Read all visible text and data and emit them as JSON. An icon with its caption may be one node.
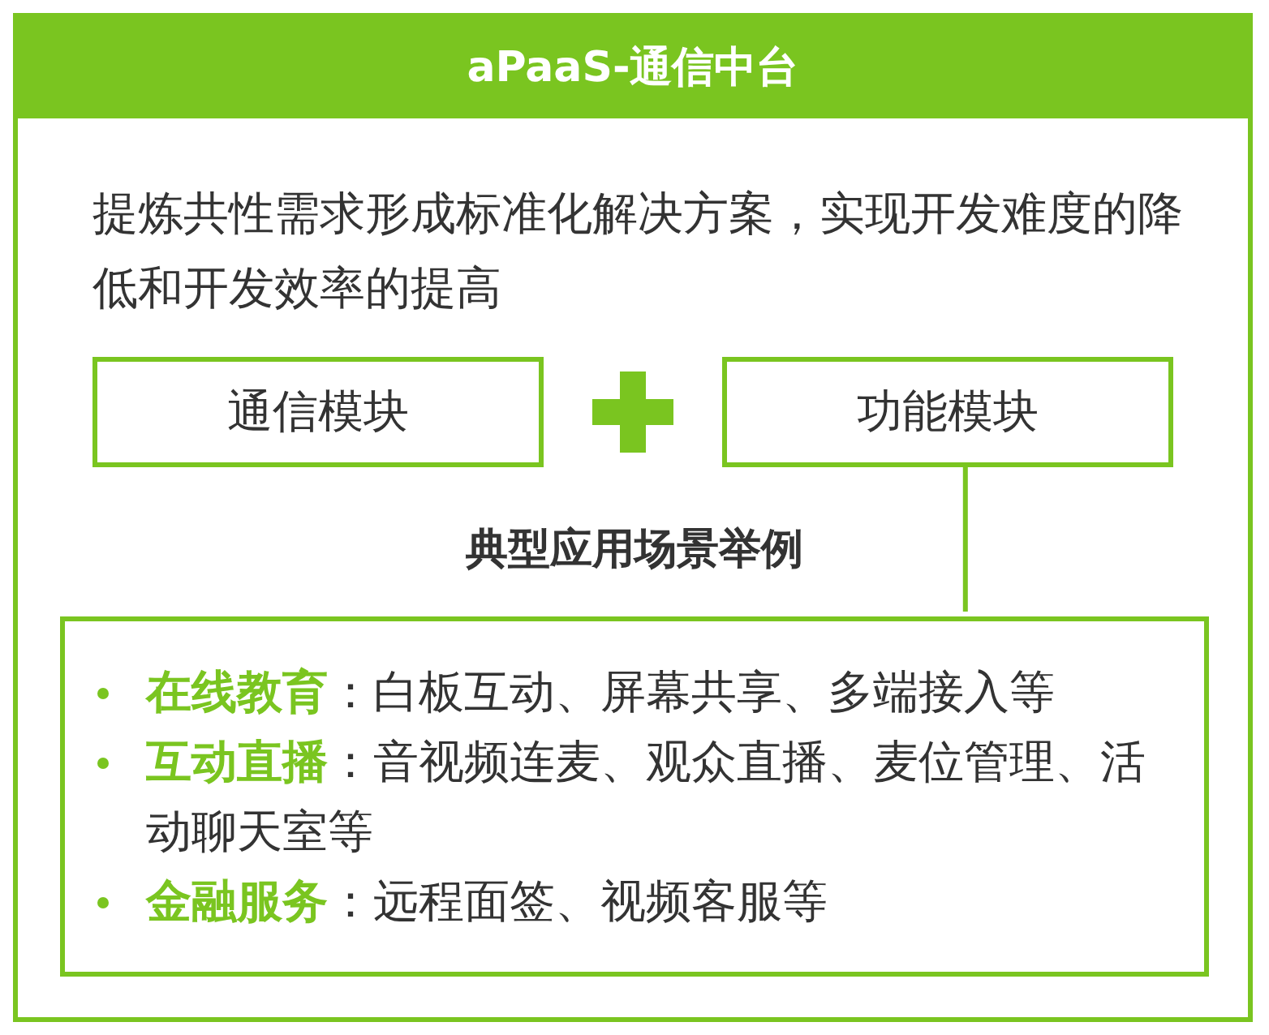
{
  "diagram": {
    "nodes": [
      {
        "text": [
          "aPaaS-通信中台",
          "提炼共性需求形成标准化解决方案，实现开发难度的降低和开发效率的提高"
        ]
      },
      {
        "text": [
          "通信模块"
        ],
        "in": 0
      },
      {
        "text": [
          "功能模块"
        ],
        "in": 0
      },
      {
        "text": [
          "典型应用场景举例",
          "**在线教育**：白板互动、屏幕共享、多端接入等",
          "**互动直播**：音视频连麦、观众直播、麦位管理、活动聊天室等",
          "**金融服务**：远程面签、视频客服等"
        ],
        "in": 0
      }
    ],
    "edges": [
      {
        "from": 2,
        "to": 3,
        "arrow": "none"
      }
    ]
  }
}
